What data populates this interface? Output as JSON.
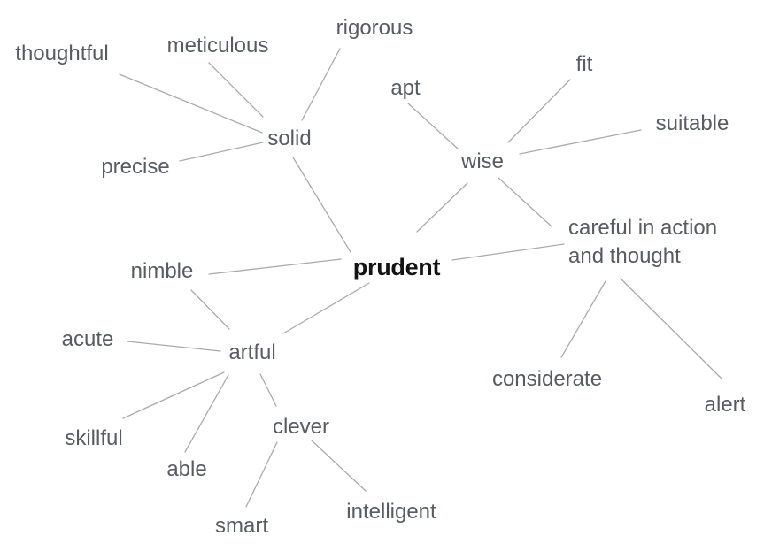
{
  "colors": {
    "node_text_color": "#575c63",
    "center_text_color": "#131313",
    "edge_color": "#a8aaad",
    "background_color": "#ffffff"
  },
  "nodes": {
    "prudent": "prudent",
    "solid": "solid",
    "thoughtful": "thoughtful",
    "meticulous": "meticulous",
    "rigorous": "rigorous",
    "precise": "precise",
    "wise": "wise",
    "apt": "apt",
    "fit": "fit",
    "suitable": "suitable",
    "careful_in_action": {
      "full": "careful in action and thought",
      "line1": "careful in action",
      "line2": "and thought"
    },
    "considerate": "considerate",
    "alert": "alert",
    "nimble": "nimble",
    "artful": "artful",
    "acute": "acute",
    "skillful": "skillful",
    "able": "able",
    "clever": "clever",
    "smart": "smart",
    "intelligent": "intelligent"
  },
  "connections": [
    {
      "from": "prudent",
      "to": "solid"
    },
    {
      "from": "prudent",
      "to": "wise"
    },
    {
      "from": "prudent",
      "to": "careful in action and thought"
    },
    {
      "from": "prudent",
      "to": "nimble"
    },
    {
      "from": "prudent",
      "to": "artful"
    },
    {
      "from": "solid",
      "to": "thoughtful"
    },
    {
      "from": "solid",
      "to": "meticulous"
    },
    {
      "from": "solid",
      "to": "rigorous"
    },
    {
      "from": "solid",
      "to": "precise"
    },
    {
      "from": "wise",
      "to": "apt"
    },
    {
      "from": "wise",
      "to": "fit"
    },
    {
      "from": "wise",
      "to": "suitable"
    },
    {
      "from": "wise",
      "to": "careful in action and thought"
    },
    {
      "from": "careful in action and thought",
      "to": "considerate"
    },
    {
      "from": "careful in action and thought",
      "to": "alert"
    },
    {
      "from": "artful",
      "to": "nimble"
    },
    {
      "from": "artful",
      "to": "acute"
    },
    {
      "from": "artful",
      "to": "skillful"
    },
    {
      "from": "artful",
      "to": "able"
    },
    {
      "from": "artful",
      "to": "clever"
    },
    {
      "from": "clever",
      "to": "smart"
    },
    {
      "from": "clever",
      "to": "intelligent"
    }
  ]
}
